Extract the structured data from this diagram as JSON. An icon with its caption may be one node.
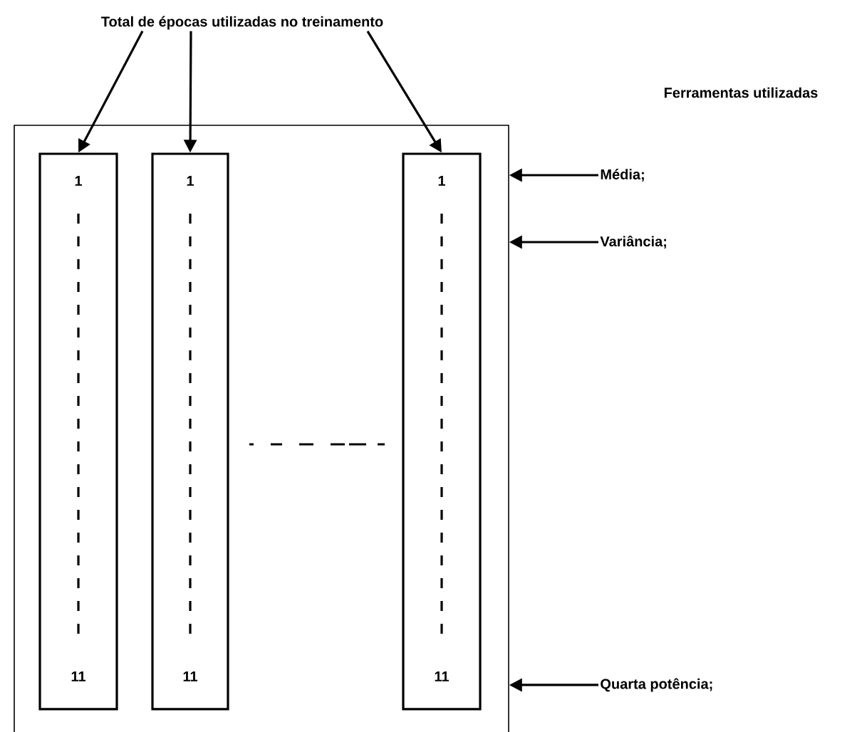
{
  "diagram": {
    "nodes": [
      {
        "text": [
          "Total de épocas utilizadas no treinamento"
        ]
      },
      {
        "text": [],
        "shape": "box"
      },
      {
        "text": [
          "1",
          "11"
        ],
        "in": 1
      },
      {
        "text": [
          "1",
          "11"
        ],
        "in": 1
      },
      {
        "text": [
          "1",
          "11"
        ],
        "in": 1
      },
      {
        "text": [
          "Média;"
        ]
      },
      {
        "text": [
          "Variância;"
        ]
      },
      {
        "text": [
          "Quarta potência;"
        ]
      }
    ],
    "edges": [
      {
        "from": 0,
        "to": 2,
        "arrow": "to"
      },
      {
        "from": 0,
        "to": 3,
        "arrow": "to"
      },
      {
        "from": 0,
        "to": 4,
        "arrow": "to"
      },
      {
        "from": 5,
        "to": 1,
        "arrow": "to"
      },
      {
        "from": 6,
        "to": 1,
        "arrow": "to"
      },
      {
        "from": 7,
        "to": 1,
        "arrow": "to"
      }
    ],
    "labels": [
      "Ferramentas utilizadas"
    ]
  }
}
